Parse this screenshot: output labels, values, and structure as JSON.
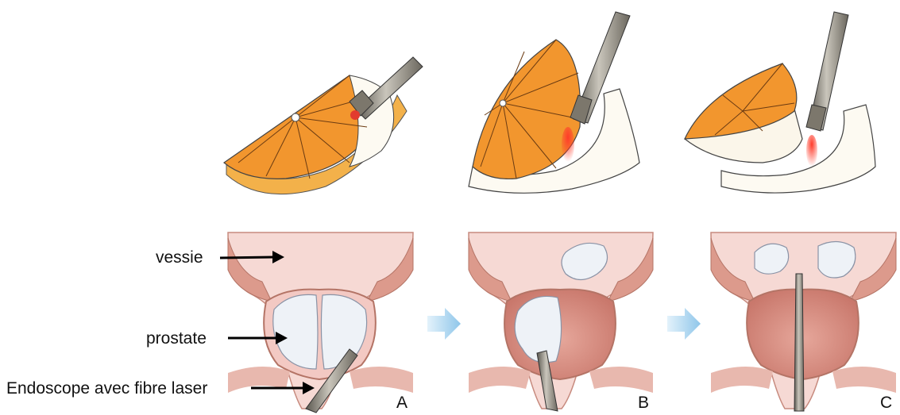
{
  "labels": {
    "bladder": "vessie",
    "prostate": "prostate",
    "endoscope": "Endoscope avec fibre laser"
  },
  "panels": [
    "A",
    "B",
    "C"
  ],
  "colors": {
    "orange_flesh": "#f2962e",
    "orange_rind": "#fdfaf2",
    "tissue_pink": "#f3c9c3",
    "muscle": "#dc9a8c",
    "cavity": "#d9958a",
    "adenoma": "#eef2f7",
    "instrument": "#8e8a80",
    "laser": "#e23b2e",
    "arrow_blue": "#a9d4ee"
  },
  "icons": [
    "orange-slice-icon",
    "laser-fiber-icon",
    "prostate-anatomy-icon",
    "progress-arrow-icon"
  ]
}
